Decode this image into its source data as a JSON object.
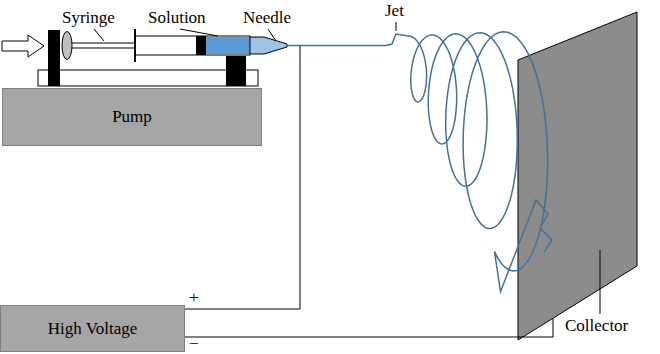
{
  "diagram": {
    "nodes": [
      {
        "text": [
          "Pump"
        ]
      },
      {
        "text": [
          "High Voltage"
        ]
      }
    ],
    "labels": [
      "Syringe",
      "Solution",
      "Needle",
      "Jet",
      "+",
      "−",
      "Collector"
    ]
  }
}
